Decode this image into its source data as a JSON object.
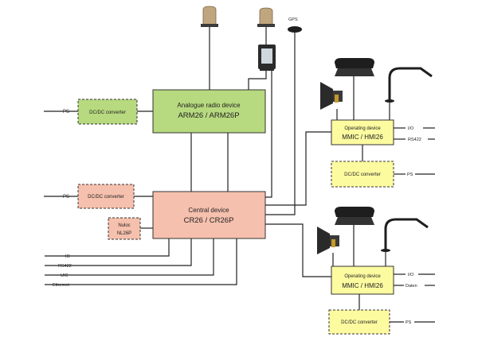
{
  "colors": {
    "analogue_fill": "#b7d97f",
    "central_fill": "#f5c0ad",
    "converter_pink_fill": "#f5c0ad",
    "converter_yellow_fill": "#fdfba0",
    "operating_fill": "#fdfba0",
    "line": "#222222"
  },
  "analogue": {
    "title": "Analogue radio device",
    "model": "ARM26 / ARM26P"
  },
  "central": {
    "title": "Central device",
    "model": "CR26 / CR26P"
  },
  "nuloc": {
    "title": "Nuloc",
    "model": "NL26P"
  },
  "converters": {
    "top_left": "DC/DC converter",
    "mid_left": "DC/DC converter",
    "right_upper": "DC/DC converter",
    "right_lower": "DC/DC converter"
  },
  "operating_upper": {
    "title": "Operating device",
    "model": "MMIC / HMI26",
    "port_io": "I/O",
    "port_second": "RS422",
    "port_ps": "PS"
  },
  "operating_lower": {
    "title": "Operating device",
    "model": "MMIC / HMI26",
    "port_io": "I/O",
    "port_second": "Daten",
    "port_ps": "PS"
  },
  "left_ps_top": "PS",
  "left_ps_mid": "PS",
  "gps": "GPS",
  "bottom_ports": [
    "IO",
    "RS422",
    "UIC",
    "Ethernet"
  ],
  "icons": [
    "antenna-icon",
    "gps-antenna-icon",
    "gps-receiver-icon",
    "handset-icon",
    "speaker-icon",
    "gooseneck-microphone-icon"
  ]
}
